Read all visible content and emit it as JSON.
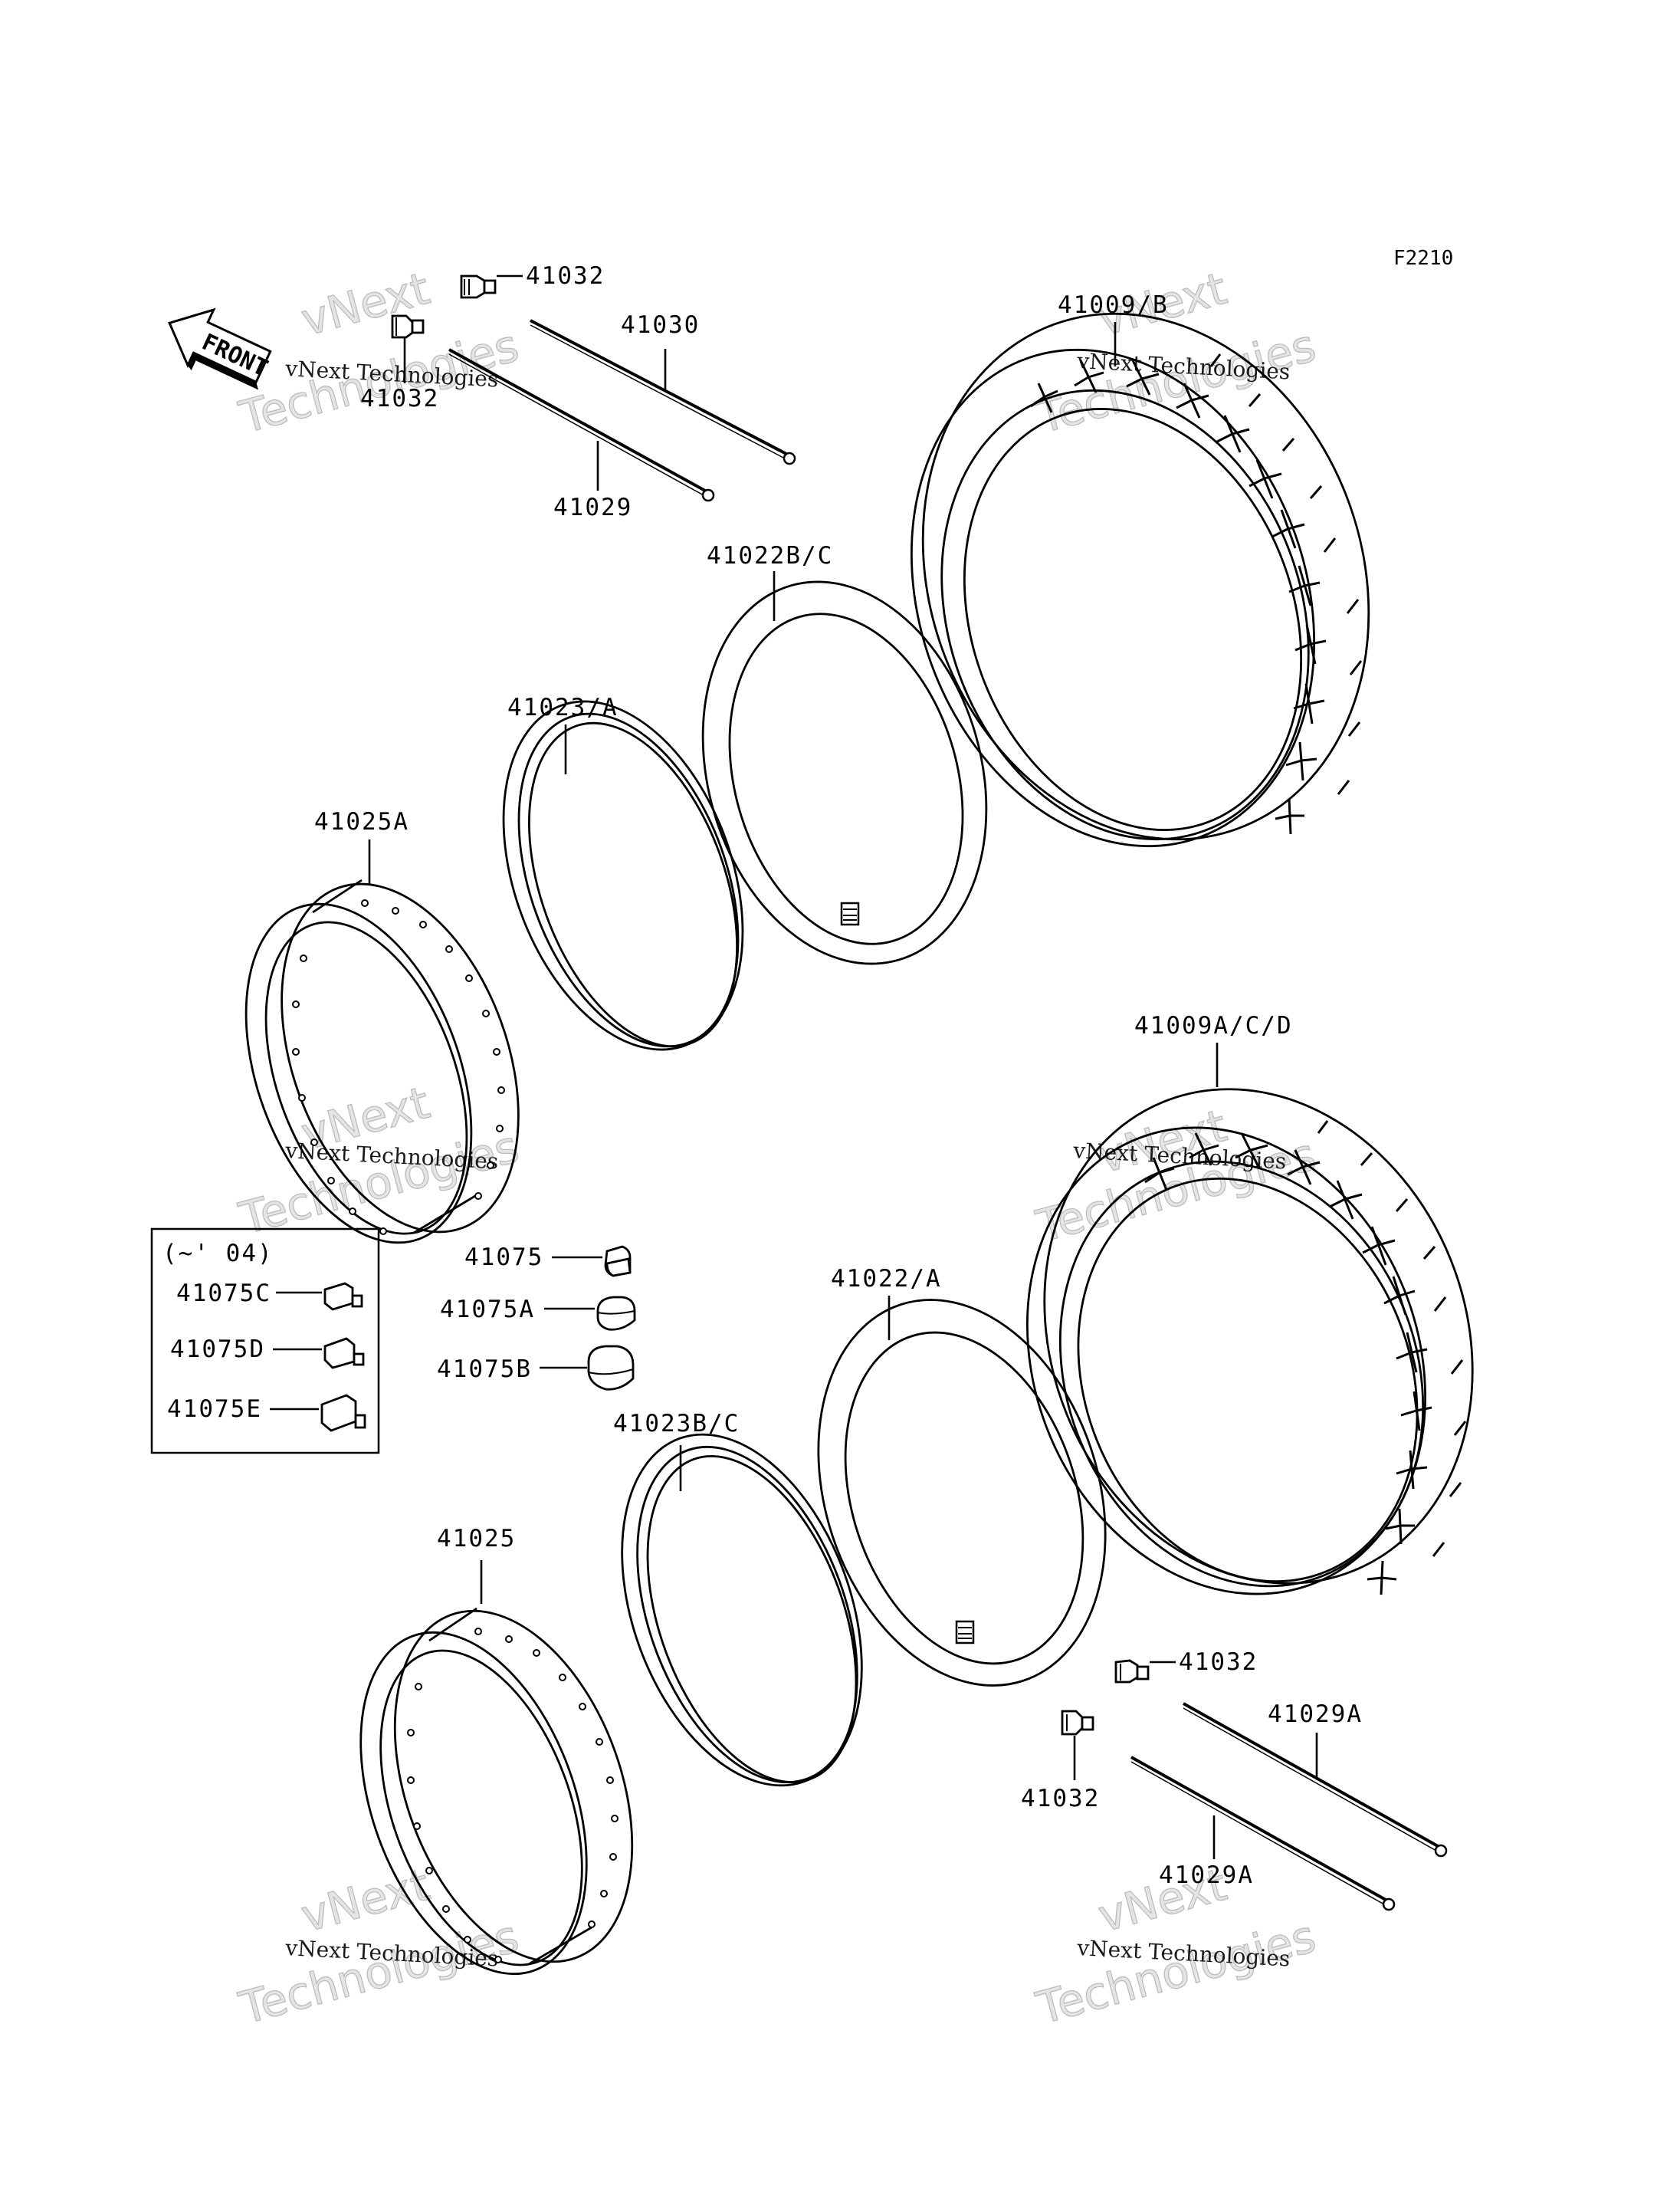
{
  "figure_code": "F2210",
  "front_label": "FRONT",
  "watermark": {
    "line1": "vNext Technologies",
    "line2": "vNext",
    "line3": "Technologies"
  },
  "variant_box": {
    "title": "(~' 04)",
    "labels": [
      "41075C",
      "41075D",
      "41075E"
    ]
  },
  "labels": {
    "41032_top": "41032",
    "41032_mid": "41032",
    "41030": "41030",
    "41029": "41029",
    "41009_B": "41009/B",
    "41022B_C": "41022B/C",
    "41023_A": "41023/A",
    "41025A": "41025A",
    "41009A_C_D": "41009A/C/D",
    "41075": "41075",
    "41075A": "41075A",
    "41075B": "41075B",
    "41022_A": "41022/A",
    "41023B_C": "41023B/C",
    "41025": "41025",
    "41032_right": "41032",
    "41032_bottom": "41032",
    "41029A_upper": "41029A",
    "41029A_lower": "41029A"
  }
}
